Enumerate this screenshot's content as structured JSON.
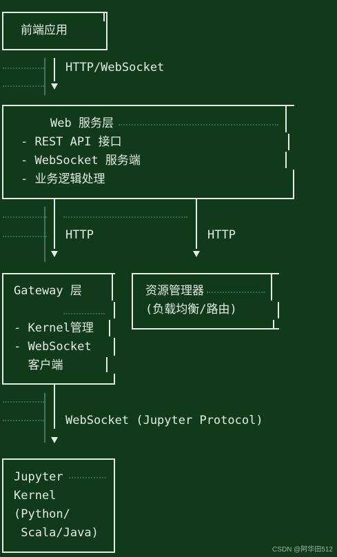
{
  "frontend": {
    "label": "前端应用"
  },
  "link_frontend_web": {
    "label": "HTTP/WebSocket"
  },
  "web_layer": {
    "title": "Web 服务层",
    "items": [
      "- REST API 接口",
      "- WebSocket 服务端",
      "- 业务逻辑处理"
    ]
  },
  "link_web_gateway": {
    "label": "HTTP"
  },
  "link_web_resource": {
    "label": "HTTP"
  },
  "gateway": {
    "title": "Gateway 层",
    "items": [
      "- Kernel管理",
      "- WebSocket",
      "  客户端"
    ]
  },
  "resource_manager": {
    "title": "资源管理器",
    "subtitle": "(负载均衡/路由)"
  },
  "link_gateway_kernel": {
    "label": "WebSocket (Jupyter Protocol)"
  },
  "kernel": {
    "lines": [
      "Jupyter",
      "Kernel",
      "(Python/",
      " Scala/Java)"
    ]
  },
  "watermark": "CSDN @阿华田512",
  "colors": {
    "background": "#113a1b",
    "foreground": "#e4ece4",
    "dots": "#3c6a48"
  }
}
